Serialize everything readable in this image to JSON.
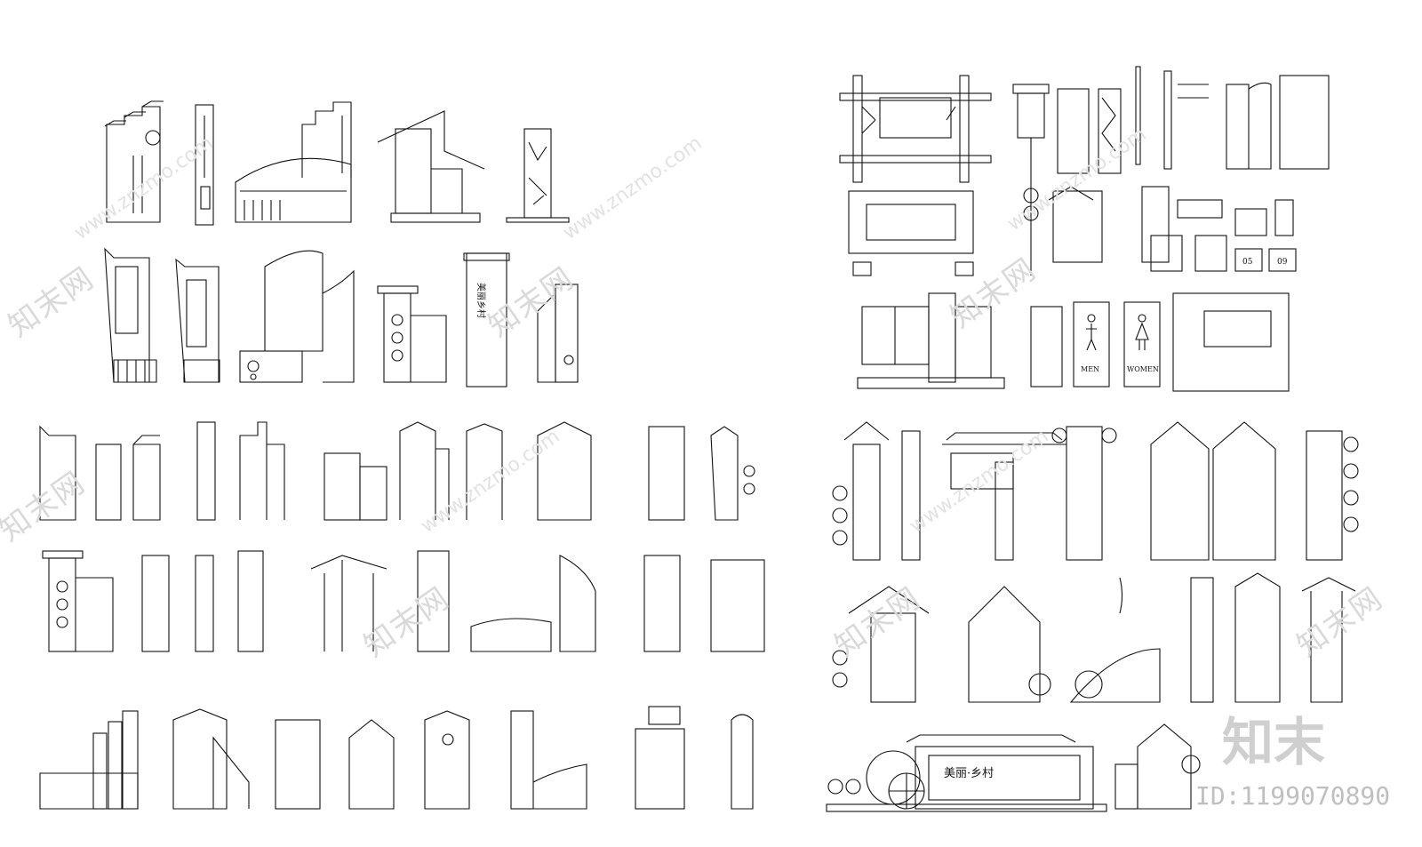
{
  "labels": {
    "beautiful_village": "美丽乡村",
    "beautiful_village_dot": "美丽·乡村",
    "men": "MEN",
    "women": "WOMEN",
    "num_05": "05",
    "num_09": "09"
  },
  "watermark": {
    "cn": "知末网",
    "url": "www.znzmo.com"
  },
  "brand": {
    "logo_text": "知末",
    "id_text": "ID:1199070890"
  },
  "colors": {
    "line": "#111111",
    "watermark": "#d9d9d9",
    "background": "#ffffff"
  }
}
